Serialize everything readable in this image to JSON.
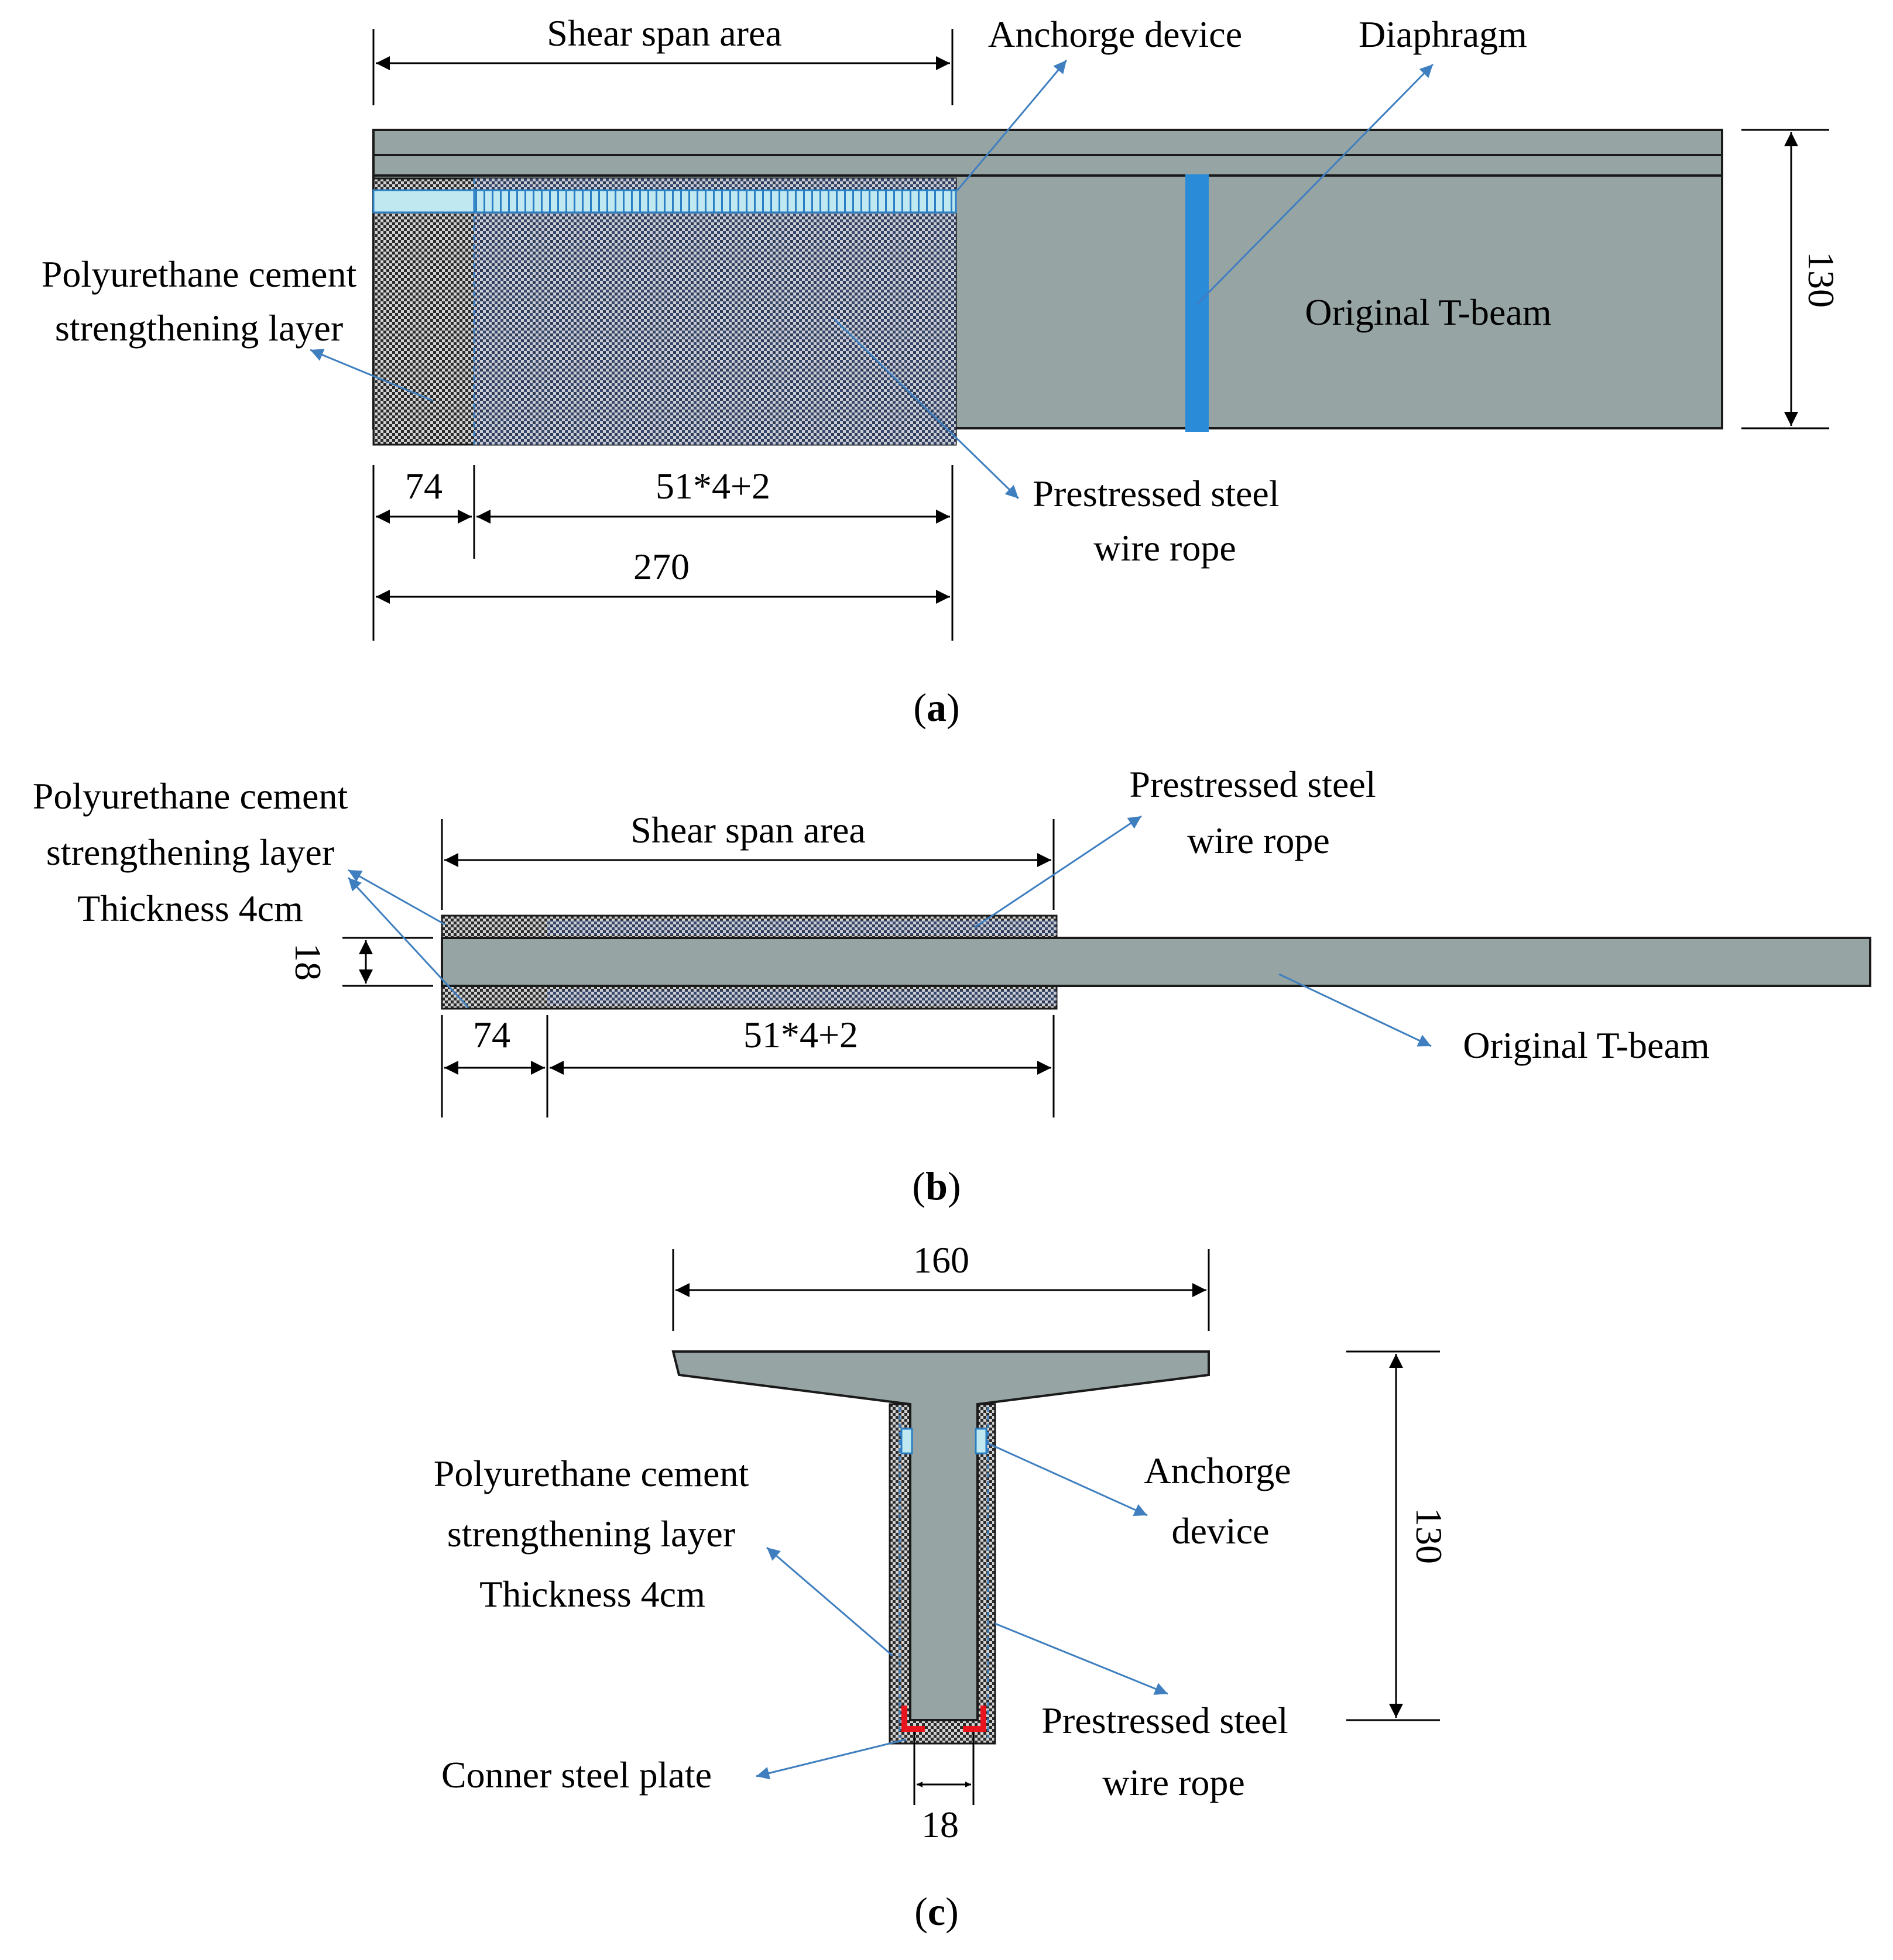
{
  "colors": {
    "beam_fill": "#97a4a4",
    "beam_stroke": "#1a1a1a",
    "hatch": "#2b2b2b",
    "anchor_fill": "#bfe8f0",
    "diaphragm": "#2a8bd8",
    "leader": "#3f7fbf",
    "corner_plate": "#e8141e",
    "dimension": "#000000"
  },
  "icons": {
    "dimension_arrow": "arrowhead",
    "leader_arrow": "arrowhead"
  },
  "panel_a": {
    "caption_open": "(",
    "caption_letter": "a",
    "caption_close": ")",
    "labels": {
      "shear_span": "Shear span area",
      "anchorage": "Anchorge device",
      "diaphragm": "Diaphragm",
      "pu_layer_line1": "Polyurethane cement",
      "pu_layer_line2": "strengthening layer",
      "original_beam": "Original T-beam",
      "wire_rope_line1": "Prestressed steel",
      "wire_rope_line2": "wire rope"
    },
    "dimensions": {
      "height": "130",
      "first_segment": "74",
      "second_segment": "51*4+2",
      "total": "270"
    }
  },
  "panel_b": {
    "caption_open": "(",
    "caption_letter": "b",
    "caption_close": ")",
    "labels": {
      "pu_layer_line1": "Polyurethane cement",
      "pu_layer_line2": "strengthening layer",
      "pu_layer_line3": "Thickness 4cm",
      "shear_span": "Shear span area",
      "wire_rope_line1": "Prestressed steel",
      "wire_rope_line2": "wire rope",
      "original_beam": "Original T-beam"
    },
    "dimensions": {
      "web_width": "18",
      "first_segment": "74",
      "second_segment": "51*4+2"
    }
  },
  "panel_c": {
    "caption_open": "(",
    "caption_letter": "c",
    "caption_close": ")",
    "labels": {
      "pu_layer_line1": "Polyurethane cement",
      "pu_layer_line2": "strengthening layer",
      "pu_layer_line3": "Thickness 4cm",
      "anchorage_line1": "Anchorge",
      "anchorage_line2": "device",
      "wire_rope_line1": "Prestressed steel",
      "wire_rope_line2": "wire rope",
      "corner_plate": "Conner steel plate"
    },
    "dimensions": {
      "flange_width": "160",
      "height": "130",
      "web_width": "18"
    }
  }
}
